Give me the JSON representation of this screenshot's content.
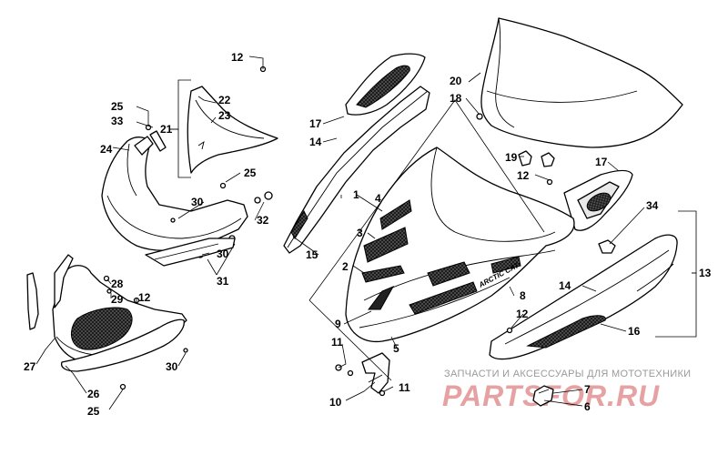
{
  "callouts": [
    {
      "id": "c12a",
      "text": "12"
    },
    {
      "id": "c25a",
      "text": "25"
    },
    {
      "id": "c22",
      "text": "22"
    },
    {
      "id": "c23",
      "text": "23"
    },
    {
      "id": "c33",
      "text": "33"
    },
    {
      "id": "c21",
      "text": "21"
    },
    {
      "id": "c24",
      "text": "24"
    },
    {
      "id": "c25b",
      "text": "25"
    },
    {
      "id": "c30a",
      "text": "30"
    },
    {
      "id": "c32",
      "text": "32"
    },
    {
      "id": "c30b",
      "text": "30"
    },
    {
      "id": "c31",
      "text": "31"
    },
    {
      "id": "c28",
      "text": "28"
    },
    {
      "id": "c29",
      "text": "29"
    },
    {
      "id": "c12b",
      "text": "12"
    },
    {
      "id": "c27",
      "text": "27"
    },
    {
      "id": "c30c",
      "text": "30"
    },
    {
      "id": "c26",
      "text": "26"
    },
    {
      "id": "c25c",
      "text": "25"
    },
    {
      "id": "c17a",
      "text": "17"
    },
    {
      "id": "c14a",
      "text": "14"
    },
    {
      "id": "c1",
      "text": "1"
    },
    {
      "id": "c4",
      "text": "4"
    },
    {
      "id": "c3",
      "text": "3"
    },
    {
      "id": "c15",
      "text": "15"
    },
    {
      "id": "c2",
      "text": "2"
    },
    {
      "id": "c9",
      "text": "9"
    },
    {
      "id": "c8",
      "text": "8"
    },
    {
      "id": "c5",
      "text": "5"
    },
    {
      "id": "c11a",
      "text": "11"
    },
    {
      "id": "c10",
      "text": "10"
    },
    {
      "id": "c11b",
      "text": "11"
    },
    {
      "id": "c20",
      "text": "20"
    },
    {
      "id": "c18",
      "text": "18"
    },
    {
      "id": "c19",
      "text": "19"
    },
    {
      "id": "c12c",
      "text": "12"
    },
    {
      "id": "c17b",
      "text": "17"
    },
    {
      "id": "c34",
      "text": "34"
    },
    {
      "id": "c13",
      "text": "13"
    },
    {
      "id": "c14b",
      "text": "14"
    },
    {
      "id": "c12d",
      "text": "12"
    },
    {
      "id": "c16",
      "text": "16"
    },
    {
      "id": "c7",
      "text": "7"
    },
    {
      "id": "c6",
      "text": "6"
    }
  ],
  "decal_text": "ARCTIC CAT",
  "watermark": {
    "tagline": "ЗАПЧАСТИ И АКСЕССУАРЫ ДЛЯ МОТОТЕХНИКИ",
    "brand": "PARTSFOR.RU"
  },
  "colors": {
    "line": "#000000",
    "background": "#ffffff",
    "watermark_brand": "#e6a2a2",
    "watermark_tagline": "#9a9a9a"
  }
}
